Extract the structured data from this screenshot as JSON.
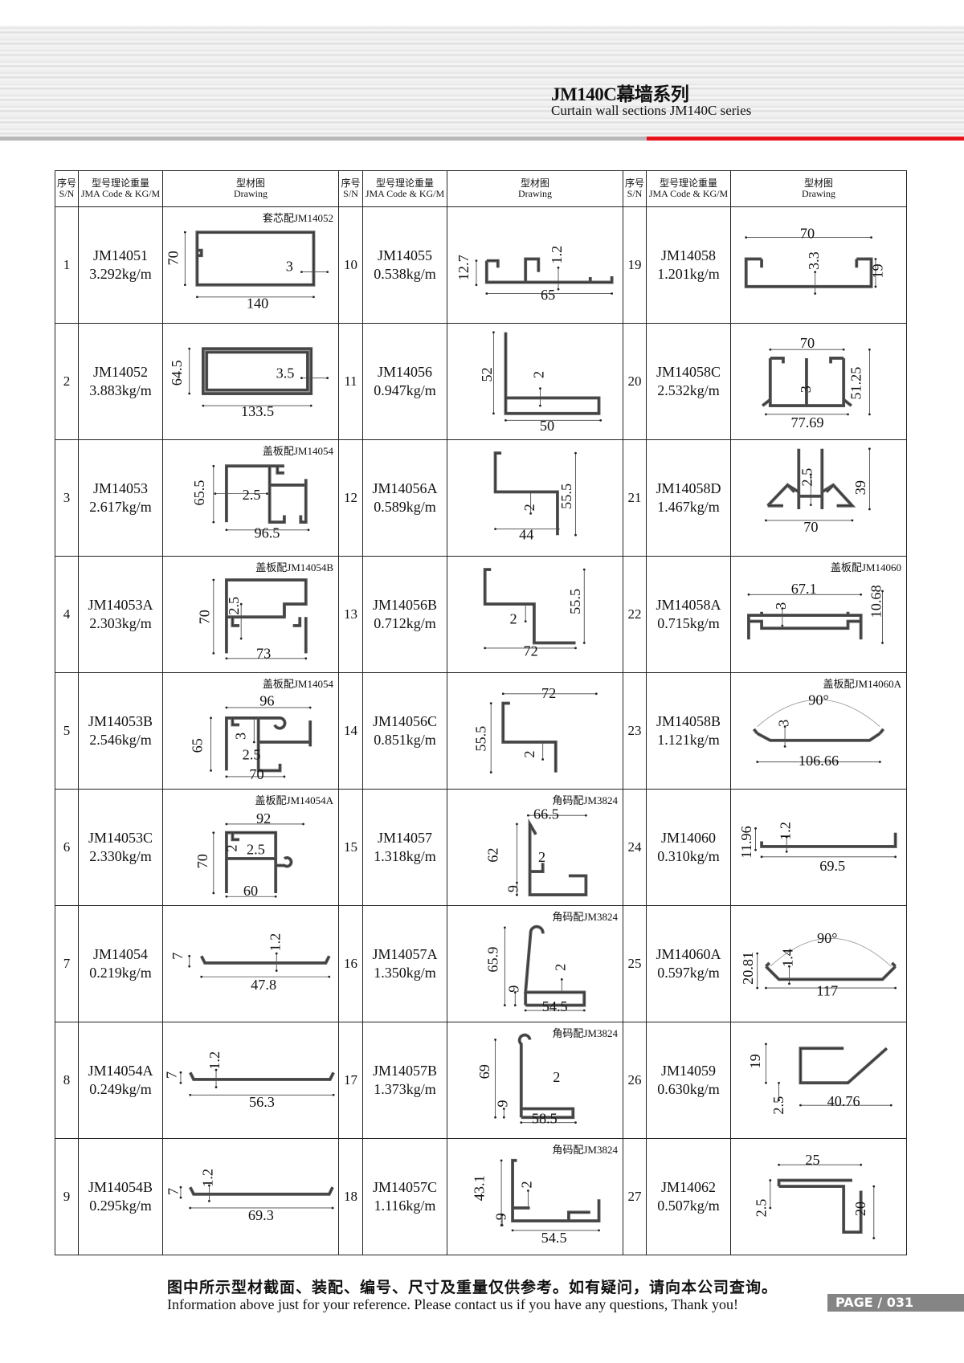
{
  "header": {
    "title": "JM140C幕墙系列",
    "subtitle": "Curtain wall sections JM140C series"
  },
  "columns": {
    "sn_cn": "序号",
    "sn_en": "S/N",
    "code_cn": "型号理论重量",
    "code_en": "JMA Code & KG/M",
    "draw_cn": "型材图",
    "draw_en": "Drawing"
  },
  "items": [
    {
      "sn": "1",
      "code": "JM14051",
      "weight": "3.292kg/m",
      "note": "套芯配JM14052",
      "dims": [
        "70",
        "3",
        "140"
      ]
    },
    {
      "sn": "2",
      "code": "JM14052",
      "weight": "3.883kg/m",
      "note": "",
      "dims": [
        "64.5",
        "3.5",
        "133.5"
      ]
    },
    {
      "sn": "3",
      "code": "JM14053",
      "weight": "2.617kg/m",
      "note": "盖板配JM14054",
      "dims": [
        "65.5",
        "2.5",
        "96.5"
      ]
    },
    {
      "sn": "4",
      "code": "JM14053A",
      "weight": "2.303kg/m",
      "note": "盖板配JM14054B",
      "dims": [
        "70",
        "2.5",
        "73"
      ]
    },
    {
      "sn": "5",
      "code": "JM14053B",
      "weight": "2.546kg/m",
      "note": "盖板配JM14054",
      "dims": [
        "96",
        "65",
        "3",
        "2.5",
        "70"
      ]
    },
    {
      "sn": "6",
      "code": "JM14053C",
      "weight": "2.330kg/m",
      "note": "盖板配JM14054A",
      "dims": [
        "92",
        "70",
        "2",
        "2.5",
        "60"
      ]
    },
    {
      "sn": "7",
      "code": "JM14054",
      "weight": "0.219kg/m",
      "note": "",
      "dims": [
        "7",
        "1.2",
        "47.8"
      ]
    },
    {
      "sn": "8",
      "code": "JM14054A",
      "weight": "0.249kg/m",
      "note": "",
      "dims": [
        "7",
        "1.2",
        "56.3"
      ]
    },
    {
      "sn": "9",
      "code": "JM14054B",
      "weight": "0.295kg/m",
      "note": "",
      "dims": [
        "7",
        "1.2",
        "69.3"
      ]
    },
    {
      "sn": "10",
      "code": "JM14055",
      "weight": "0.538kg/m",
      "note": "",
      "dims": [
        "12.7",
        "1.2",
        "65"
      ]
    },
    {
      "sn": "11",
      "code": "JM14056",
      "weight": "0.947kg/m",
      "note": "",
      "dims": [
        "52",
        "2",
        "50"
      ]
    },
    {
      "sn": "12",
      "code": "JM14056A",
      "weight": "0.589kg/m",
      "note": "",
      "dims": [
        "2",
        "55.5",
        "44"
      ]
    },
    {
      "sn": "13",
      "code": "JM14056B",
      "weight": "0.712kg/m",
      "note": "",
      "dims": [
        "2",
        "55.5",
        "72"
      ]
    },
    {
      "sn": "14",
      "code": "JM14056C",
      "weight": "0.851kg/m",
      "note": "",
      "dims": [
        "72",
        "55.5",
        "2"
      ]
    },
    {
      "sn": "15",
      "code": "JM14057",
      "weight": "1.318kg/m",
      "note": "角码配JM3824",
      "dims": [
        "66.5",
        "62",
        "2",
        "9"
      ]
    },
    {
      "sn": "16",
      "code": "JM14057A",
      "weight": "1.350kg/m",
      "note": "角码配JM3824",
      "dims": [
        "65.9",
        "2",
        "9",
        "54.5"
      ]
    },
    {
      "sn": "17",
      "code": "JM14057B",
      "weight": "1.373kg/m",
      "note": "角码配JM3824",
      "dims": [
        "69",
        "2",
        "9",
        "58.5"
      ]
    },
    {
      "sn": "18",
      "code": "JM14057C",
      "weight": "1.116kg/m",
      "note": "角码配JM3824",
      "dims": [
        "43.1",
        "2",
        "9",
        "54.5"
      ]
    },
    {
      "sn": "19",
      "code": "JM14058",
      "weight": "1.201kg/m",
      "note": "",
      "dims": [
        "70",
        "3.3",
        "19"
      ]
    },
    {
      "sn": "20",
      "code": "JM14058C",
      "weight": "2.532kg/m",
      "note": "",
      "dims": [
        "70",
        "3",
        "51.25",
        "77.69"
      ]
    },
    {
      "sn": "21",
      "code": "JM14058D",
      "weight": "1.467kg/m",
      "note": "",
      "dims": [
        "2.5",
        "39",
        "70"
      ]
    },
    {
      "sn": "22",
      "code": "JM14058A",
      "weight": "0.715kg/m",
      "note": "盖板配JM14060",
      "dims": [
        "67.1",
        "3",
        "10.68"
      ]
    },
    {
      "sn": "23",
      "code": "JM14058B",
      "weight": "1.121kg/m",
      "note": "盖板配JM14060A",
      "dims": [
        "90°",
        "3",
        "106.66"
      ]
    },
    {
      "sn": "24",
      "code": "JM14060",
      "weight": "0.310kg/m",
      "note": "",
      "dims": [
        "11.96",
        "1.2",
        "69.5"
      ]
    },
    {
      "sn": "25",
      "code": "JM14060A",
      "weight": "0.597kg/m",
      "note": "",
      "dims": [
        "90°",
        "20.81",
        "1.4",
        "117"
      ]
    },
    {
      "sn": "26",
      "code": "JM14059",
      "weight": "0.630kg/m",
      "note": "",
      "dims": [
        "19",
        "2.5",
        "40.76"
      ]
    },
    {
      "sn": "27",
      "code": "JM14062",
      "weight": "0.507kg/m",
      "note": "",
      "dims": [
        "25",
        "2.5",
        "20"
      ]
    }
  ],
  "footer": {
    "note_cn": "图中所示型材截面、装配、编号、尺寸及重量仅供参考。如有疑问，请向本公司查询。",
    "note_en": "Information above just for your reference. Please contact us if you have any questions, Thank you!",
    "page": "PAGE  /  031"
  },
  "colors": {
    "accent": "#e8141c",
    "profile": "#555555",
    "page_badge": "#858585"
  }
}
